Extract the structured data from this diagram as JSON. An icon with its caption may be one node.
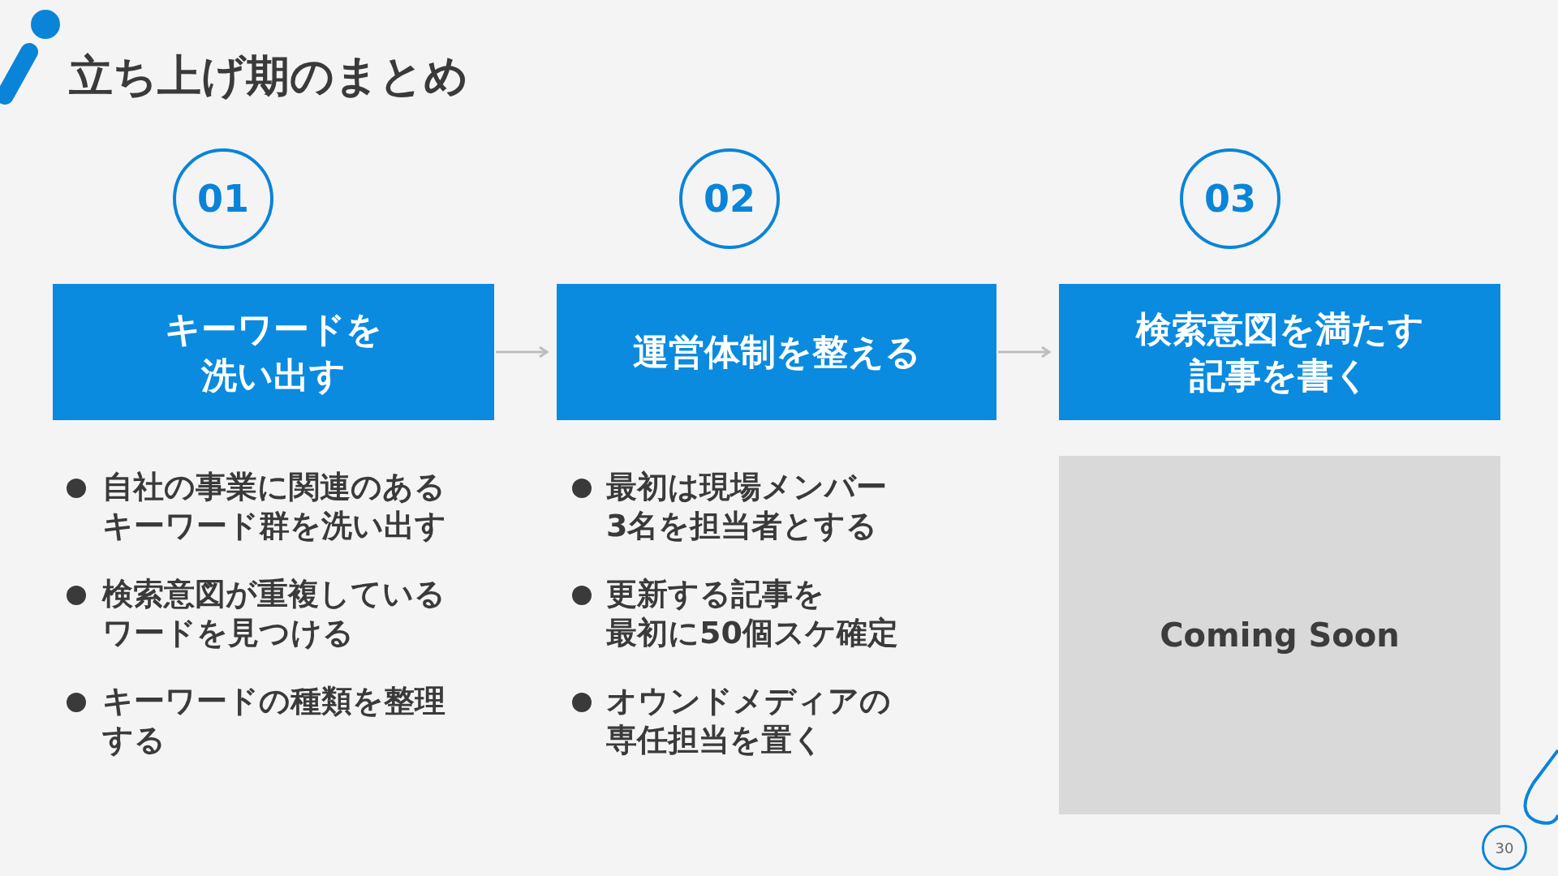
{
  "diagram": {
    "title": "立ち上げ期のまとめ",
    "nodes": [
      {
        "text": [
          "01"
        ]
      },
      {
        "text": [
          "02"
        ]
      },
      {
        "text": [
          "03"
        ]
      },
      {
        "text": [
          "キーワードを洗い出す"
        ]
      },
      {
        "text": [
          "運営体制を整える"
        ]
      },
      {
        "text": [
          "検索意図を満たす記事を書く"
        ]
      },
      {
        "text": [
          "Coming Soon"
        ]
      },
      {
        "text": [
          "30"
        ]
      }
    ],
    "edges": [
      {
        "from": 3,
        "to": 4,
        "arrow": "to"
      },
      {
        "from": 4,
        "to": 5,
        "arrow": "to"
      }
    ],
    "labels": [
      "自社の事業に関連のあるキーワード群を洗い出す",
      "最初は現場メンバー3名を担当者とする",
      "検索意図が重複しているワードを見つける",
      "更新する記事を最初に50個スケ確定",
      "キーワードの種類を整理する",
      "オウンドメディアの専任担当を置く"
    ]
  }
}
